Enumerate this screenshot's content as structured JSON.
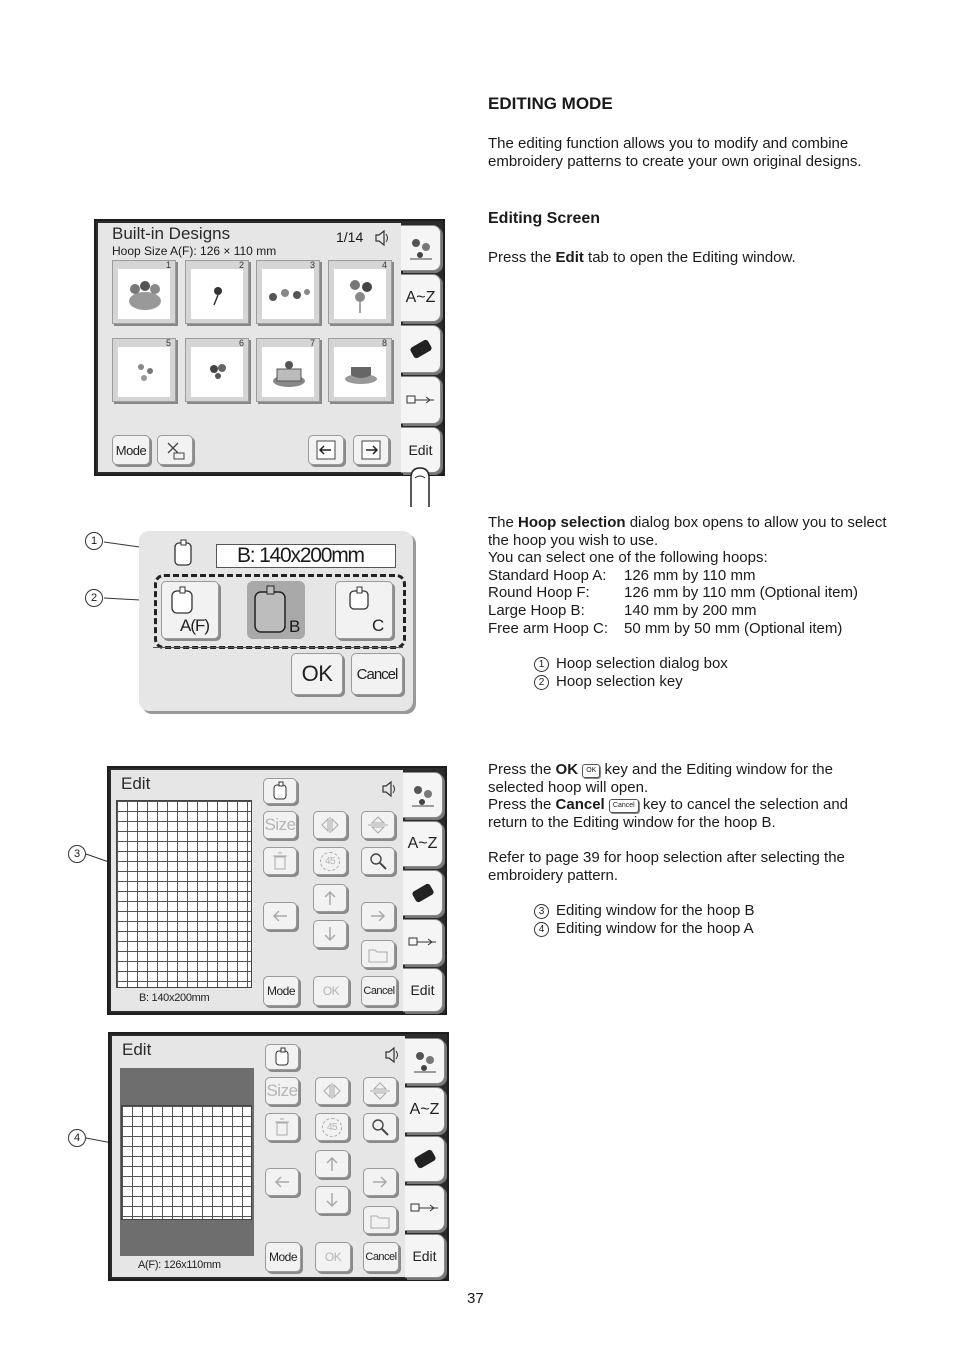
{
  "heading": "EDITING MODE",
  "intro": "The editing function allows you to modify and combine embroidery patterns to create your own original designs.",
  "subheading": "Editing Screen",
  "press_edit": {
    "a": "Press the ",
    "b": "Edit",
    "c": " tab to open the Editing window."
  },
  "hoop_text": {
    "a": "The ",
    "b": "Hoop selection",
    "c": " dialog box opens to allow you to select the hoop you wish to use.",
    "line2": "You can select one of the following hoops:",
    "hoops": [
      {
        "k": "Standard Hoop A:",
        "v": "126 mm by 110 mm"
      },
      {
        "k": "Round Hoop F:",
        "v": "126 mm by 110 mm (Optional item)"
      },
      {
        "k": "Large Hoop B:",
        "v": "140 mm by 200 mm"
      },
      {
        "k": "Free arm Hoop C:",
        "v": "50 mm by 50 mm (Optional item)"
      }
    ]
  },
  "legend1": [
    {
      "n": "1",
      "t": "Hoop selection dialog box"
    },
    {
      "n": "2",
      "t": "Hoop selection key"
    }
  ],
  "ok_text": {
    "a": "Press the ",
    "b": "OK",
    "ok_key": "OK",
    "c": " key and the Editing window for the selected hoop will open.",
    "d": "Press the ",
    "e": "Cancel",
    "cancel_key": "Cancel",
    "f": " key to cancel the selection and return to the Editing window for the hoop B."
  },
  "refer": "Refer to page 39 for hoop selection after selecting the embroidery pattern.",
  "legend2": [
    {
      "n": "3",
      "t": "Editing window for the hoop B"
    },
    {
      "n": "4",
      "t": "Editing window for the hoop A"
    }
  ],
  "page_number": "37",
  "callouts": [
    "1",
    "2",
    "3",
    "4"
  ],
  "builtin": {
    "title": "Built-in Designs",
    "hoop_size": "Hoop Size  A(F): 126 × 110 mm",
    "page": "1/14",
    "thumb_numbers": [
      "1",
      "2",
      "3",
      "4",
      "5",
      "6",
      "7",
      "8"
    ],
    "mode": "Mode",
    "tabs": {
      "az": "A~Z",
      "edit": "Edit"
    }
  },
  "dialog": {
    "hoop_display": "B: 140x200mm",
    "key_af": "A(F)",
    "key_b": "B",
    "key_c": "C",
    "ok": "OK",
    "cancel": "Cancel"
  },
  "editB": {
    "title": "Edit",
    "size": "Size",
    "mode": "Mode",
    "ok": "OK",
    "cancel": "Cancel",
    "caption": "B: 140x200mm",
    "tab_az": "A~Z",
    "tab_edit": "Edit",
    "rotate": "45"
  },
  "editA": {
    "title": "Edit",
    "size": "Size",
    "mode": "Mode",
    "ok": "OK",
    "cancel": "Cancel",
    "caption": "A(F): 126x110mm",
    "tab_az": "A~Z",
    "tab_edit": "Edit",
    "rotate": "45"
  }
}
